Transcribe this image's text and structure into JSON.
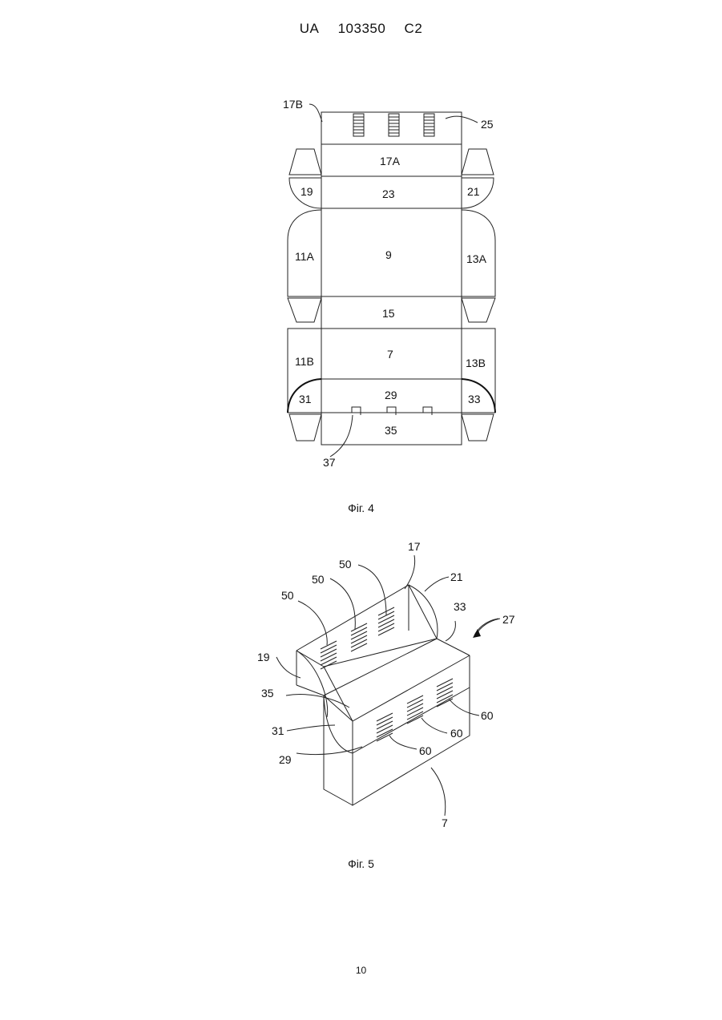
{
  "header": {
    "country": "UA",
    "number": "103350",
    "kind": "C2"
  },
  "figure4": {
    "caption": "Фіг. 4",
    "labels": {
      "l17B": "17B",
      "l25": "25",
      "l17A": "17A",
      "l19": "19",
      "l23": "23",
      "l21": "21",
      "l11A": "11A",
      "l9": "9",
      "l13A": "13A",
      "l15": "15",
      "l11B": "11B",
      "l7": "7",
      "l13B": "13B",
      "l31": "31",
      "l29": "29",
      "l33": "33",
      "l35": "35",
      "l37": "37"
    }
  },
  "figure5": {
    "caption": "Фіг. 5",
    "labels": {
      "l17": "17",
      "l50a": "50",
      "l50b": "50",
      "l50c": "50",
      "l21": "21",
      "l33": "33",
      "l27": "27",
      "l19": "19",
      "l35": "35",
      "l31": "31",
      "l29": "29",
      "l60a": "60",
      "l60b": "60",
      "l60c": "60",
      "l7": "7"
    }
  },
  "page_number": "10"
}
